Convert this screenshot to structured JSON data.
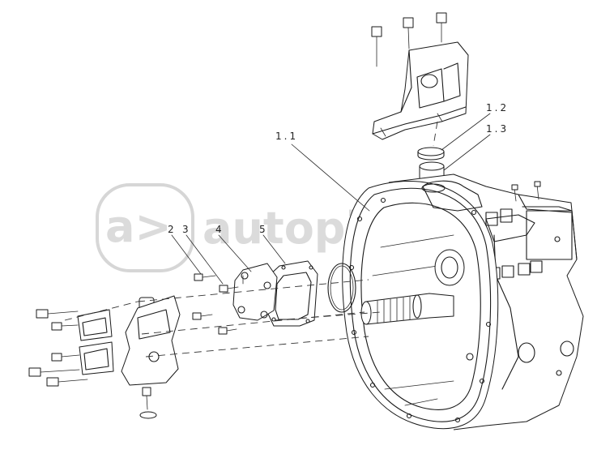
{
  "watermark": {
    "logo_mark": "a>",
    "brand_text": "autopiter.ru"
  },
  "callouts": {
    "c_1_1": "1.1",
    "c_1_2": "1.2",
    "c_1_3": "1.3",
    "c_2": "2",
    "c_3": "3",
    "c_4": "4",
    "c_5": "5"
  },
  "icons": {
    "housing": "clutch-housing-drawing",
    "bracket": "mount-bracket-drawing",
    "cover": "cover-plate-drawing",
    "gasket": "gasket-drawing",
    "oring": "o-ring-drawing",
    "bushing": "bushing-drawing"
  }
}
